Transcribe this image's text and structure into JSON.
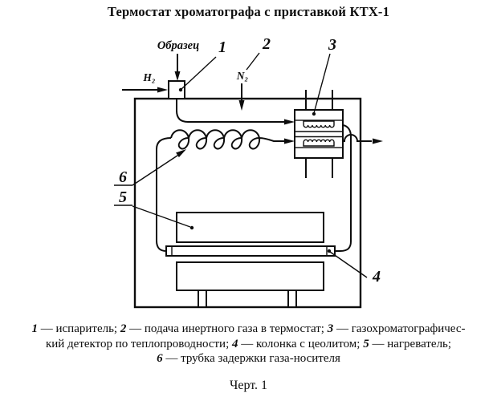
{
  "title": "Термостат хроматографа с приставкой КТХ-1",
  "figure_number": "Черт. 1",
  "figure_caption": {
    "lines": [
      [
        {
          "i": "1"
        },
        {
          "t": " — испаритель; "
        },
        {
          "i": "2"
        },
        {
          "t": " — подача инертного газа в термостат; "
        },
        {
          "i": "3"
        },
        {
          "t": " — газохроматографичес-"
        }
      ],
      [
        {
          "t": "кий детектор по теплопроводности; "
        },
        {
          "i": "4"
        },
        {
          "t": " — колонка с цеолитом; "
        },
        {
          "i": "5"
        },
        {
          "t": " — нагреватель;"
        }
      ],
      [
        {
          "i": "6"
        },
        {
          "t": " — трубка задержки газа-носителя"
        }
      ]
    ]
  },
  "diagram": {
    "labels": {
      "sample": "Образец",
      "hydrogen": "H₂",
      "nitrogen": "N₂"
    },
    "callouts": {
      "c1": "1",
      "c2": "2",
      "c3": "3",
      "c4": "4",
      "c5": "5",
      "c6": "6"
    },
    "colors": {
      "ink": "#0d0d0d",
      "paper": "#ffffff"
    }
  }
}
